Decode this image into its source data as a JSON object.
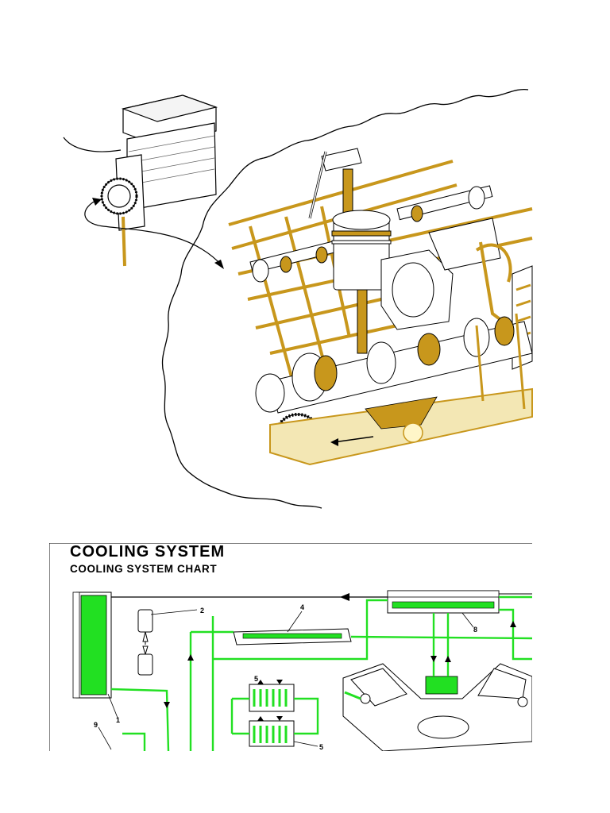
{
  "colors": {
    "oil": "#c8971c",
    "oil_light": "#f3e7b4",
    "coolant": "#22e022",
    "line": "#000000"
  },
  "cooling": {
    "title": "COOLING SYSTEM",
    "subtitle": "COOLING SYSTEM CHART",
    "callouts": [
      "1",
      "2",
      "4",
      "5",
      "5",
      "8",
      "9"
    ]
  }
}
